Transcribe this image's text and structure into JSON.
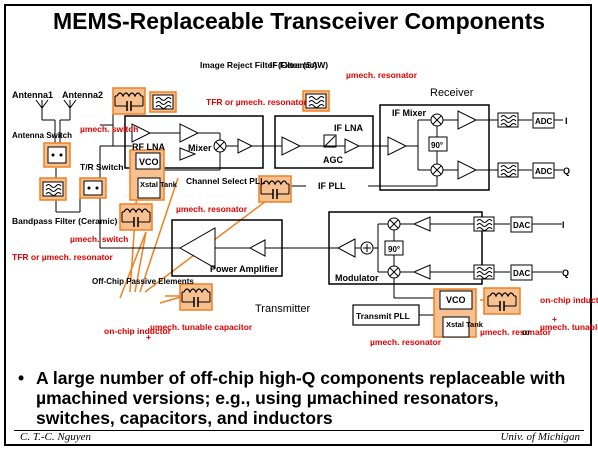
{
  "title": "MEMS-Replaceable Transceiver Components",
  "colors": {
    "highlight": "#f7c090",
    "highlight_border": "#f08020",
    "label_red": "#e00000",
    "wire_orange": "#f08020"
  },
  "labels": {
    "antenna1": "Antenna1",
    "antenna2": "Antenna2",
    "antenna_switch": "Antenna Switch",
    "umech_switch_top": "µmech. switch",
    "tr_switch": "T/R Switch",
    "umech_switch_bottom": "µmech. switch",
    "bandpass_filter": "Bandpass Filter (Ceramic)",
    "tfr_resonator_left": "TFR or µmech. resonator",
    "image_reject_filter": "Image Reject Filter (Ceramic)",
    "tfr_resonator_top": "TFR or µmech. resonator",
    "if_filter": "IF Filter (SAW)",
    "umech_resonator_top": "µmech. resonator",
    "receiver": "Receiver",
    "rf_lna": "RF LNA",
    "mixer": "Mixer",
    "if_lna": "IF LNA",
    "agc": "AGC",
    "if_mixer": "IF Mixer",
    "phase_rx": "90°",
    "adc_i": "ADC",
    "adc_q": "ADC",
    "i_rx": "I",
    "q_rx": "Q",
    "vco_left": "VCO",
    "xtal_tank_left": "Xstal Tank",
    "channel_select_pll": "Channel Select PLL",
    "if_pll": "IF PLL",
    "umech_resonator_mid": "µmech. resonator",
    "power_amplifier": "Power Amplifier",
    "modulator": "Modulator",
    "phase_tx": "90°",
    "dac_i": "DAC",
    "dac_q": "DAC",
    "i_tx": "I",
    "q_tx": "Q",
    "off_chip_passive": "Off-Chip Passive Elements",
    "transmitter": "Transmitter",
    "on_chip_inductor_left": "on-chip inductor",
    "plus_left": "+",
    "umech_tunable_cap_left": "µmech. tunable capacitor",
    "vco_right": "VCO",
    "xtal_tank_right": "Xstal Tank",
    "transmit_pll": "Transmit PLL",
    "umech_resonator_bottom_left": "µmech. resonator",
    "umech_resonator_bottom_mid": "µmech. resonator",
    "or_word": "or",
    "on_chip_inductor_right": "on-chip inductor",
    "plus_right": "+",
    "umech_tunable_cap_right": "µmech. tunable capacitor"
  },
  "bullet": {
    "mark": "•",
    "text": "A large number of off-chip high-Q components replaceable with µmachined versions; e.g., using µmachined resonators, switches, capacitors, and inductors"
  },
  "footer": {
    "author": "C. T.-C. Nguyen",
    "affiliation": "Univ. of Michigan"
  }
}
